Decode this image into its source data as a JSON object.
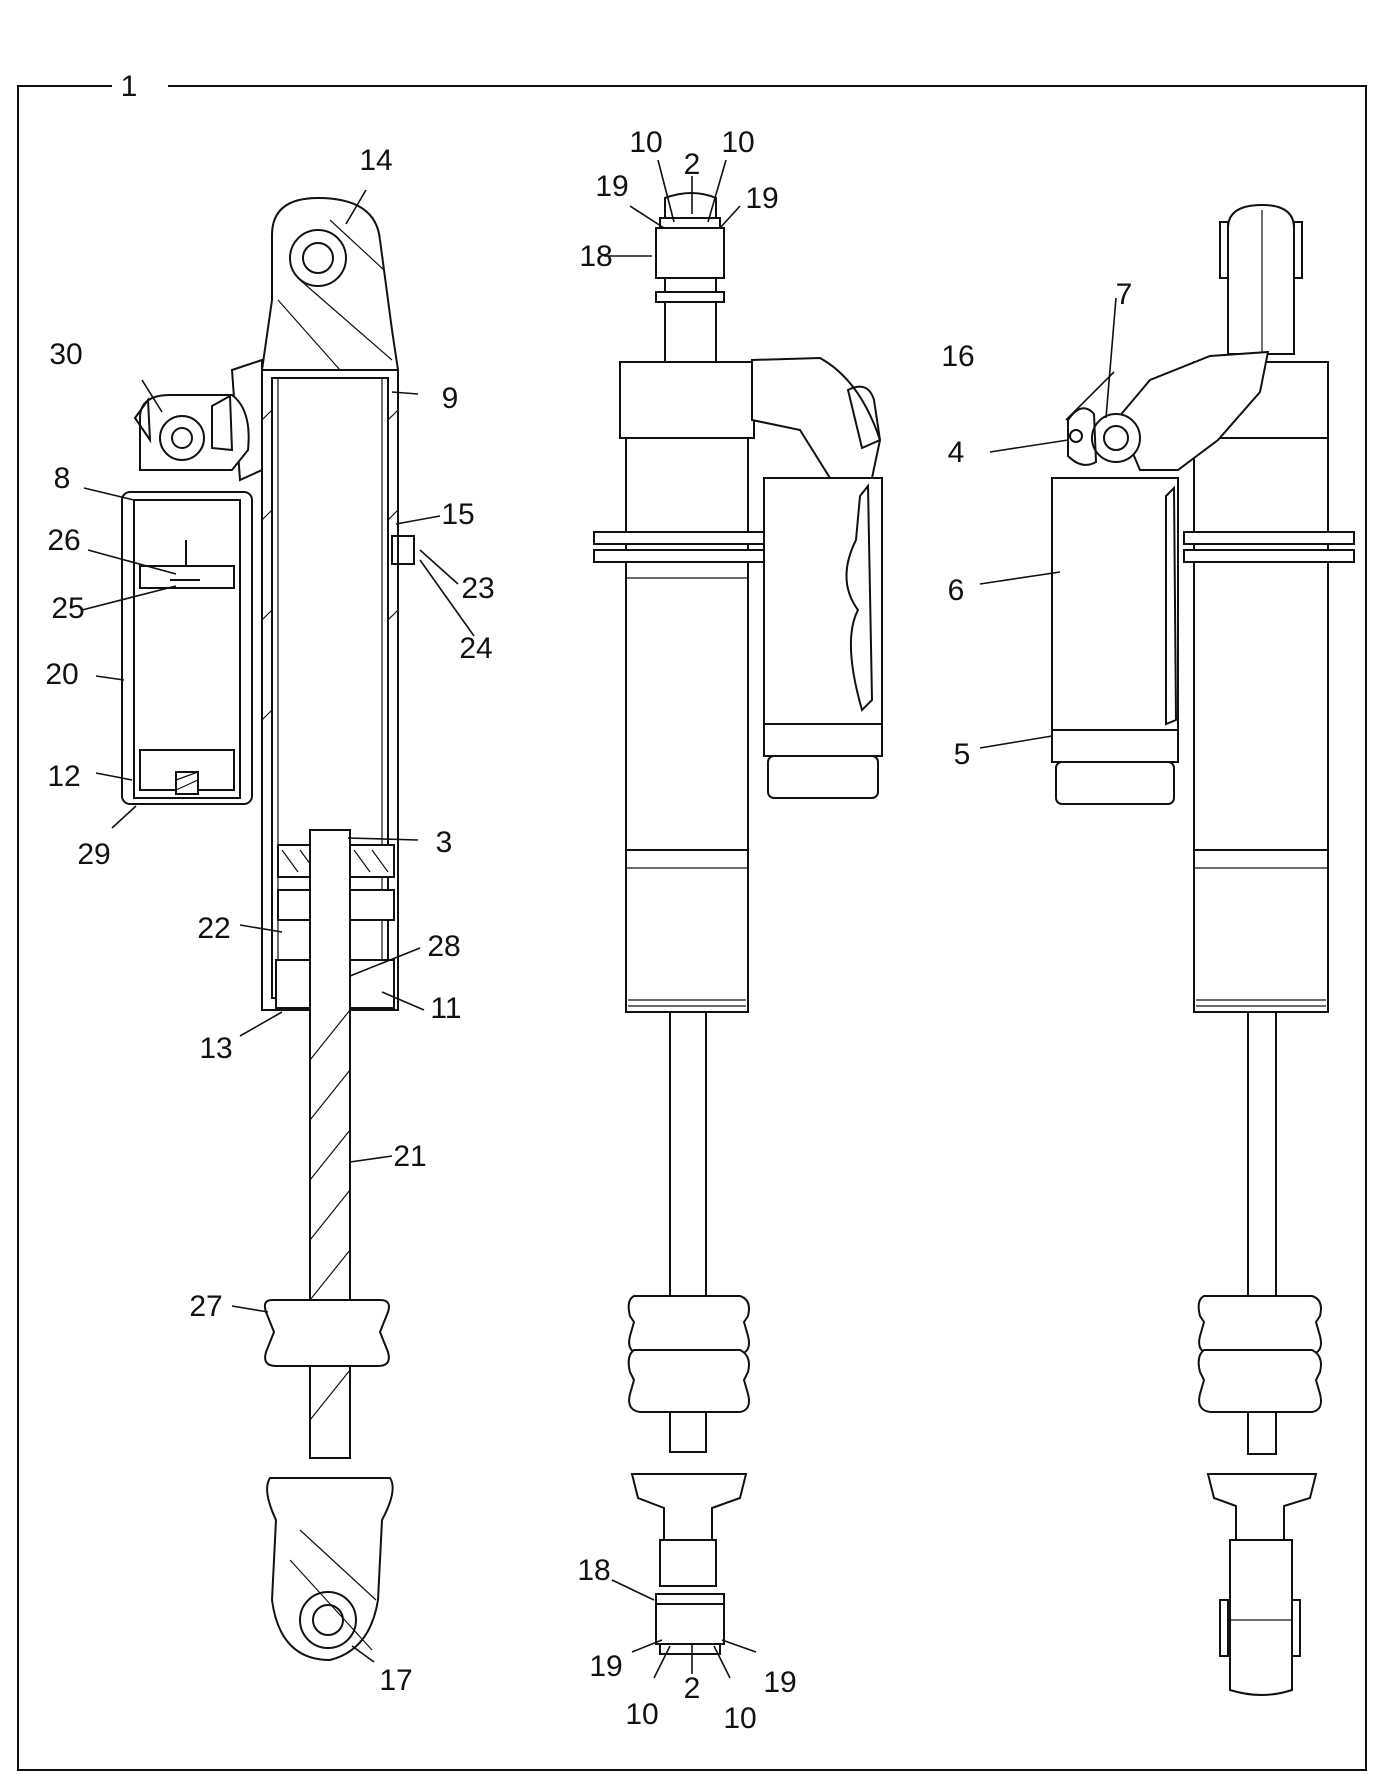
{
  "frame": {
    "label": "1"
  },
  "callouts": {
    "c2a": "2",
    "c2b": "2",
    "c3": "3",
    "c4": "4",
    "c5": "5",
    "c6": "6",
    "c7": "7",
    "c8": "8",
    "c9": "9",
    "c10a": "10",
    "c10b": "10",
    "c10c": "10",
    "c10d": "10",
    "c11": "11",
    "c12": "12",
    "c13": "13",
    "c14": "14",
    "c15": "15",
    "c16": "16",
    "c17": "17",
    "c18a": "18",
    "c18b": "18",
    "c19a": "19",
    "c19b": "19",
    "c19c": "19",
    "c19d": "19",
    "c20": "20",
    "c21": "21",
    "c22": "22",
    "c23": "23",
    "c24": "24",
    "c25": "25",
    "c26": "26",
    "c27": "27",
    "c28": "28",
    "c29": "29",
    "c30": "30"
  }
}
